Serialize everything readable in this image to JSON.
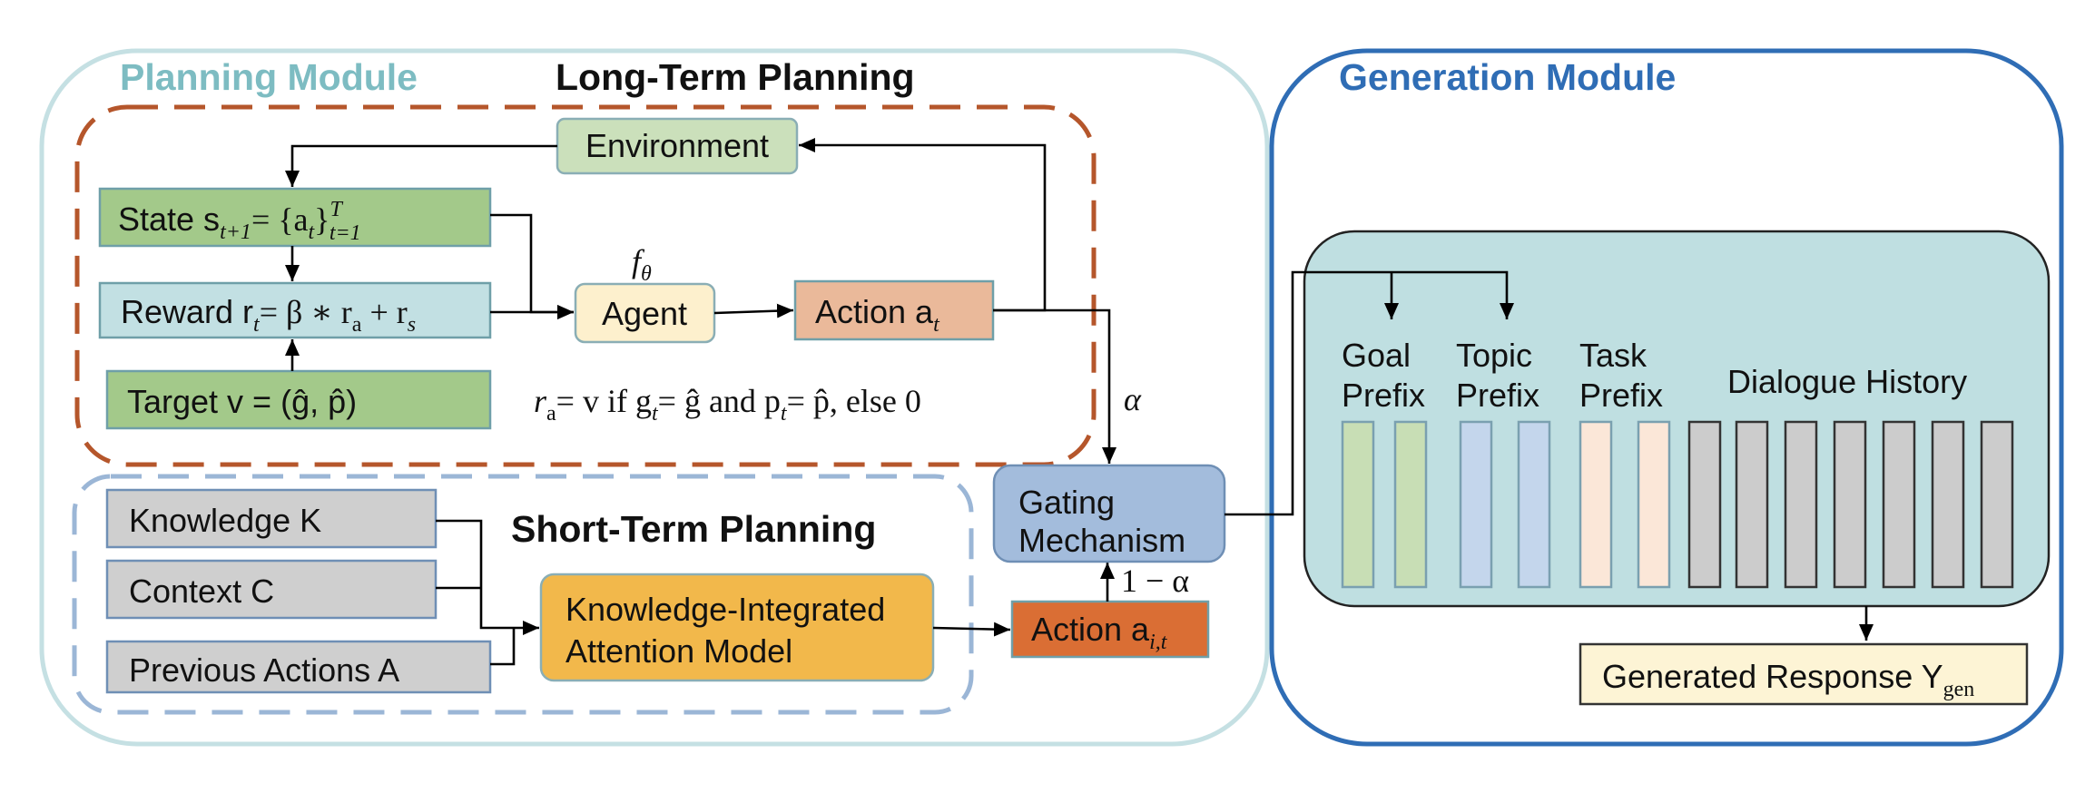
{
  "planning_module": {
    "title": "Planning Module",
    "long_term": {
      "title": "Long-Term Planning",
      "environment": "Environment",
      "state": "State s",
      "state_formula": "= {a",
      "reward": "Reward r",
      "reward_formula": "= β ∗ r",
      "target": "Target v = (ĝ, p̂)",
      "agent_param": "f",
      "agent": "Agent",
      "action": "Action a",
      "reward_rule": "r",
      "reward_rule_rest": "= v if g",
      "reward_rule_mid": "= ĝ and p",
      "reward_rule_end": "= p̂, else 0"
    },
    "short_term": {
      "title": "Short-Term Planning",
      "knowledge": "Knowledge K",
      "context": "Context C",
      "previous_actions": "Previous Actions A",
      "model_line1": "Knowledge-Integrated",
      "model_line2": "Attention  Model",
      "action": "Action a"
    },
    "gating_line1": "Gating",
    "gating_line2": "Mechanism",
    "alpha": "α",
    "one_minus_alpha": "1 − α"
  },
  "generation_module": {
    "title": "Generation Module",
    "goal_prefix_1": "Goal",
    "goal_prefix_2": "Prefix",
    "topic_prefix_1": "Topic",
    "topic_prefix_2": "Prefix",
    "task_prefix_1": "Task",
    "task_prefix_2": "Prefix",
    "dialogue_history": "Dialogue History",
    "generated_response": "Generated Response Y",
    "generated_sub": "gen"
  },
  "colors": {
    "planning_border": "#c5e0e3",
    "planning_title": "#7dbcc2",
    "generation_border": "#2f6db5",
    "generation_title": "#2f6db5",
    "long_term_dash": "#b5562b",
    "short_term_dash": "#9bb6d6",
    "green": "#a3c98a",
    "light_blue": "#c2e0e3",
    "light_green": "#cbe0bb",
    "cream": "#fdf0cd",
    "peach": "#eab99a",
    "gray": "#cfcfcf",
    "gold": "#f2b84b",
    "orange": "#da6e34",
    "gating": "#a3bcdc",
    "teal_panel": "#bfdfe1",
    "token_green": "#c8deb5",
    "token_blue": "#c4d6ec",
    "token_peach": "#fbe7d8",
    "token_gray": "#cccccc",
    "response": "#fdf4d5"
  },
  "icons": {
    "edge_arrowhead": "arrow-head-icon"
  }
}
